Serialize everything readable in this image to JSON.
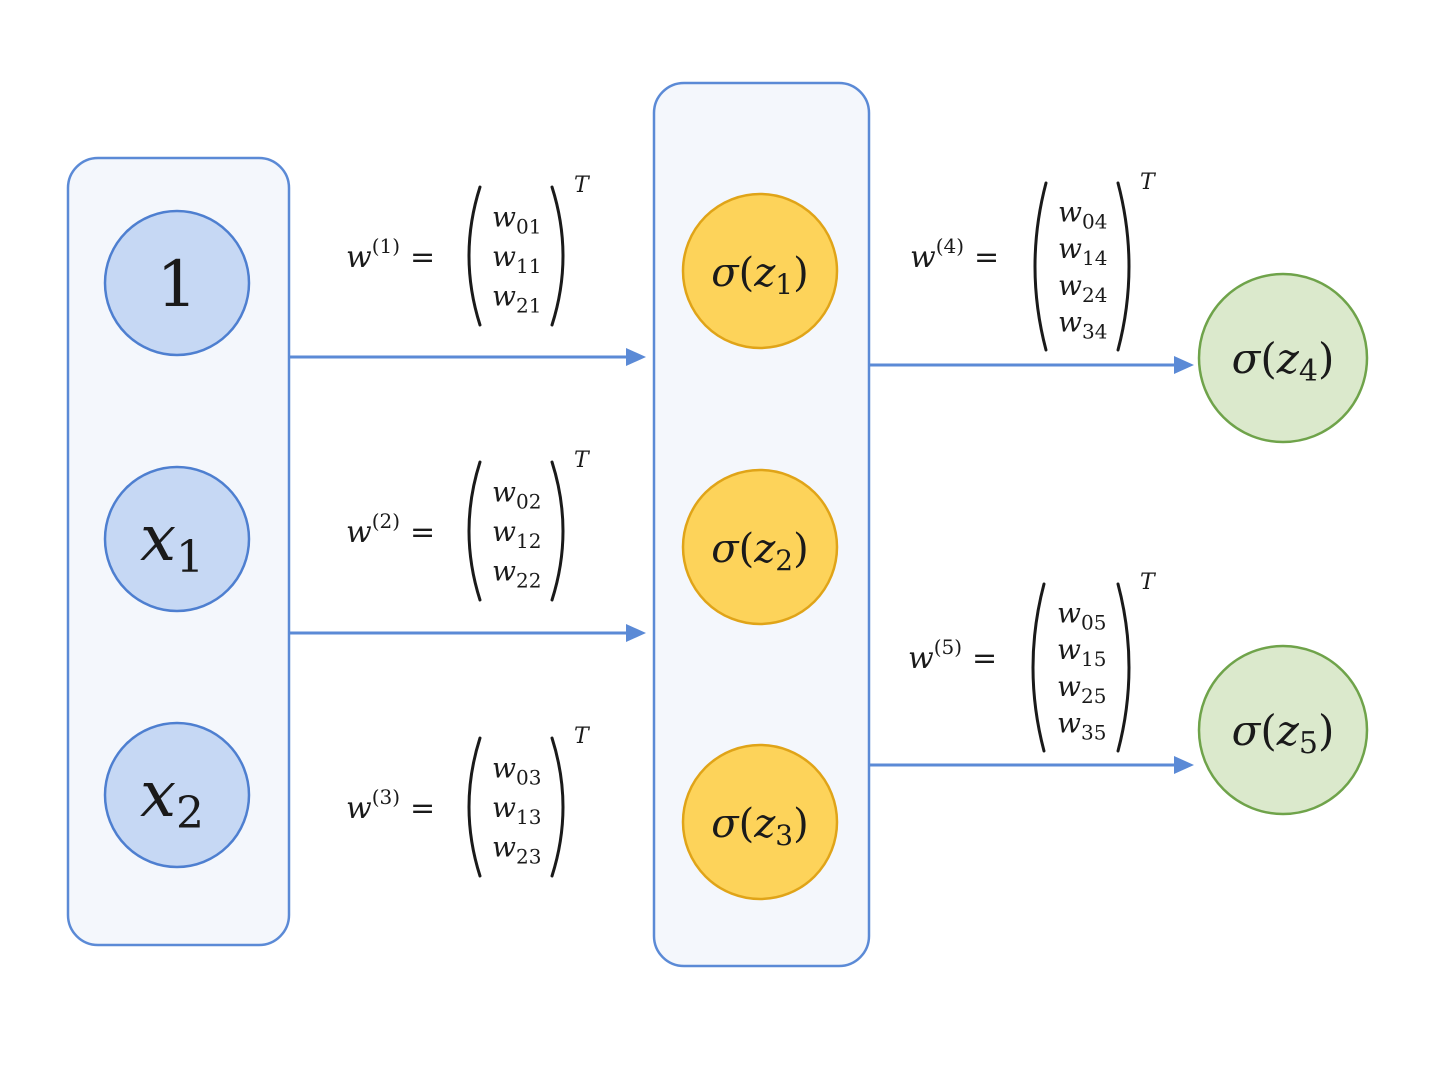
{
  "layers": {
    "input": {
      "nodes": [
        {
          "base": "1",
          "sub": ""
        },
        {
          "base": "x",
          "sub": "1"
        },
        {
          "base": "x",
          "sub": "2"
        }
      ]
    },
    "hidden": {
      "nodes": [
        {
          "func": "σ",
          "var": "z",
          "sub": "1"
        },
        {
          "func": "σ",
          "var": "z",
          "sub": "2"
        },
        {
          "func": "σ",
          "var": "z",
          "sub": "3"
        }
      ]
    },
    "output": {
      "nodes": [
        {
          "func": "σ",
          "var": "z",
          "sub": "4"
        },
        {
          "func": "σ",
          "var": "z",
          "sub": "5"
        }
      ]
    }
  },
  "weights": [
    {
      "symbol": "w",
      "index": "(1)",
      "eq": "=",
      "entries": [
        "w",
        "w",
        "w"
      ],
      "subs": [
        "01",
        "11",
        "21"
      ],
      "transpose": "T"
    },
    {
      "symbol": "w",
      "index": "(2)",
      "eq": "=",
      "entries": [
        "w",
        "w",
        "w"
      ],
      "subs": [
        "02",
        "12",
        "22"
      ],
      "transpose": "T"
    },
    {
      "symbol": "w",
      "index": "(3)",
      "eq": "=",
      "entries": [
        "w",
        "w",
        "w"
      ],
      "subs": [
        "03",
        "13",
        "23"
      ],
      "transpose": "T"
    },
    {
      "symbol": "w",
      "index": "(4)",
      "eq": "=",
      "entries": [
        "w",
        "w",
        "w",
        "w"
      ],
      "subs": [
        "04",
        "14",
        "24",
        "34"
      ],
      "transpose": "T"
    },
    {
      "symbol": "w",
      "index": "(5)",
      "eq": "=",
      "entries": [
        "w",
        "w",
        "w",
        "w"
      ],
      "subs": [
        "05",
        "15",
        "25",
        "35"
      ],
      "transpose": "T"
    }
  ],
  "colors": {
    "box_stroke": "#5b8ad6",
    "box_fill": "#f4f7fc",
    "input_fill": "#c6d8f4",
    "hidden_fill": "#fdd35a",
    "output_fill": "#dbe9cc",
    "arrow": "#5b8ad6"
  }
}
